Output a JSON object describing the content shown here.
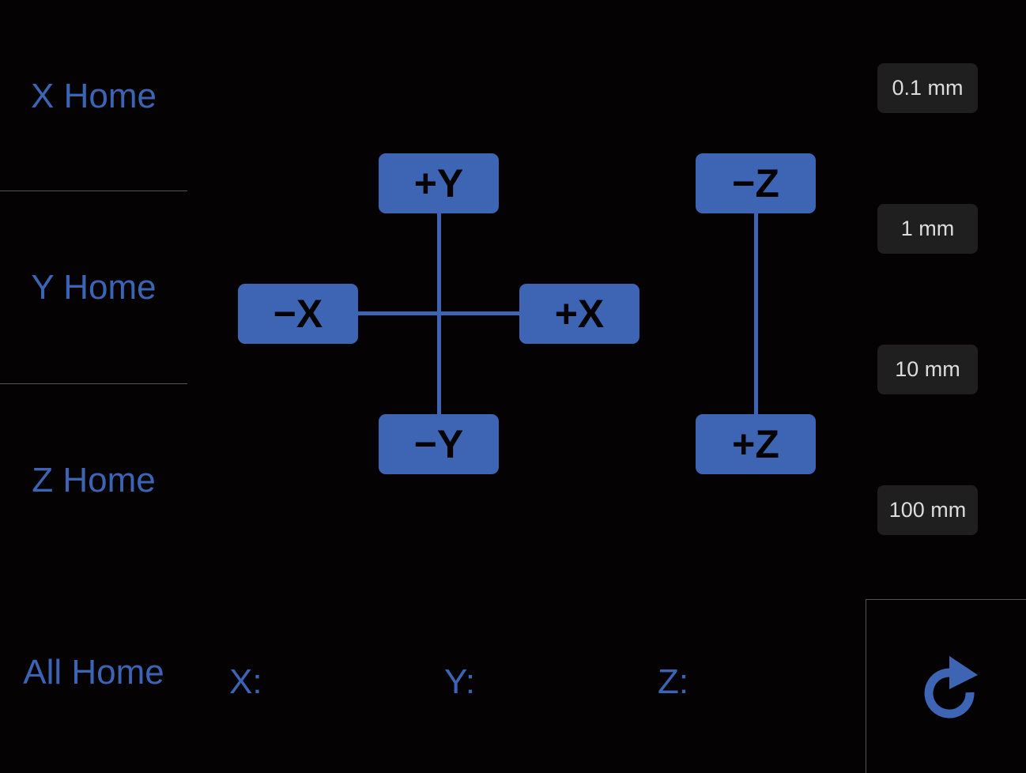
{
  "home": {
    "x_label": "X Home",
    "y_label": "Y Home",
    "z_label": "Z Home",
    "all_label": "All Home"
  },
  "jog": {
    "plus_y": "+Y",
    "minus_y": "−Y",
    "minus_x": "−X",
    "plus_x": "+X",
    "minus_z": "−Z",
    "plus_z": "+Z"
  },
  "steps": [
    "0.1 mm",
    "1 mm",
    "10 mm",
    "100 mm"
  ],
  "position": {
    "x_label": "X:",
    "x_value": "",
    "y_label": "Y:",
    "y_value": "",
    "z_label": "Z:",
    "z_value": ""
  },
  "icons": {
    "refresh": "refresh-icon"
  },
  "colors": {
    "accent": "#3d65b3",
    "background": "#050203",
    "step_button": "#1f1f1f"
  }
}
